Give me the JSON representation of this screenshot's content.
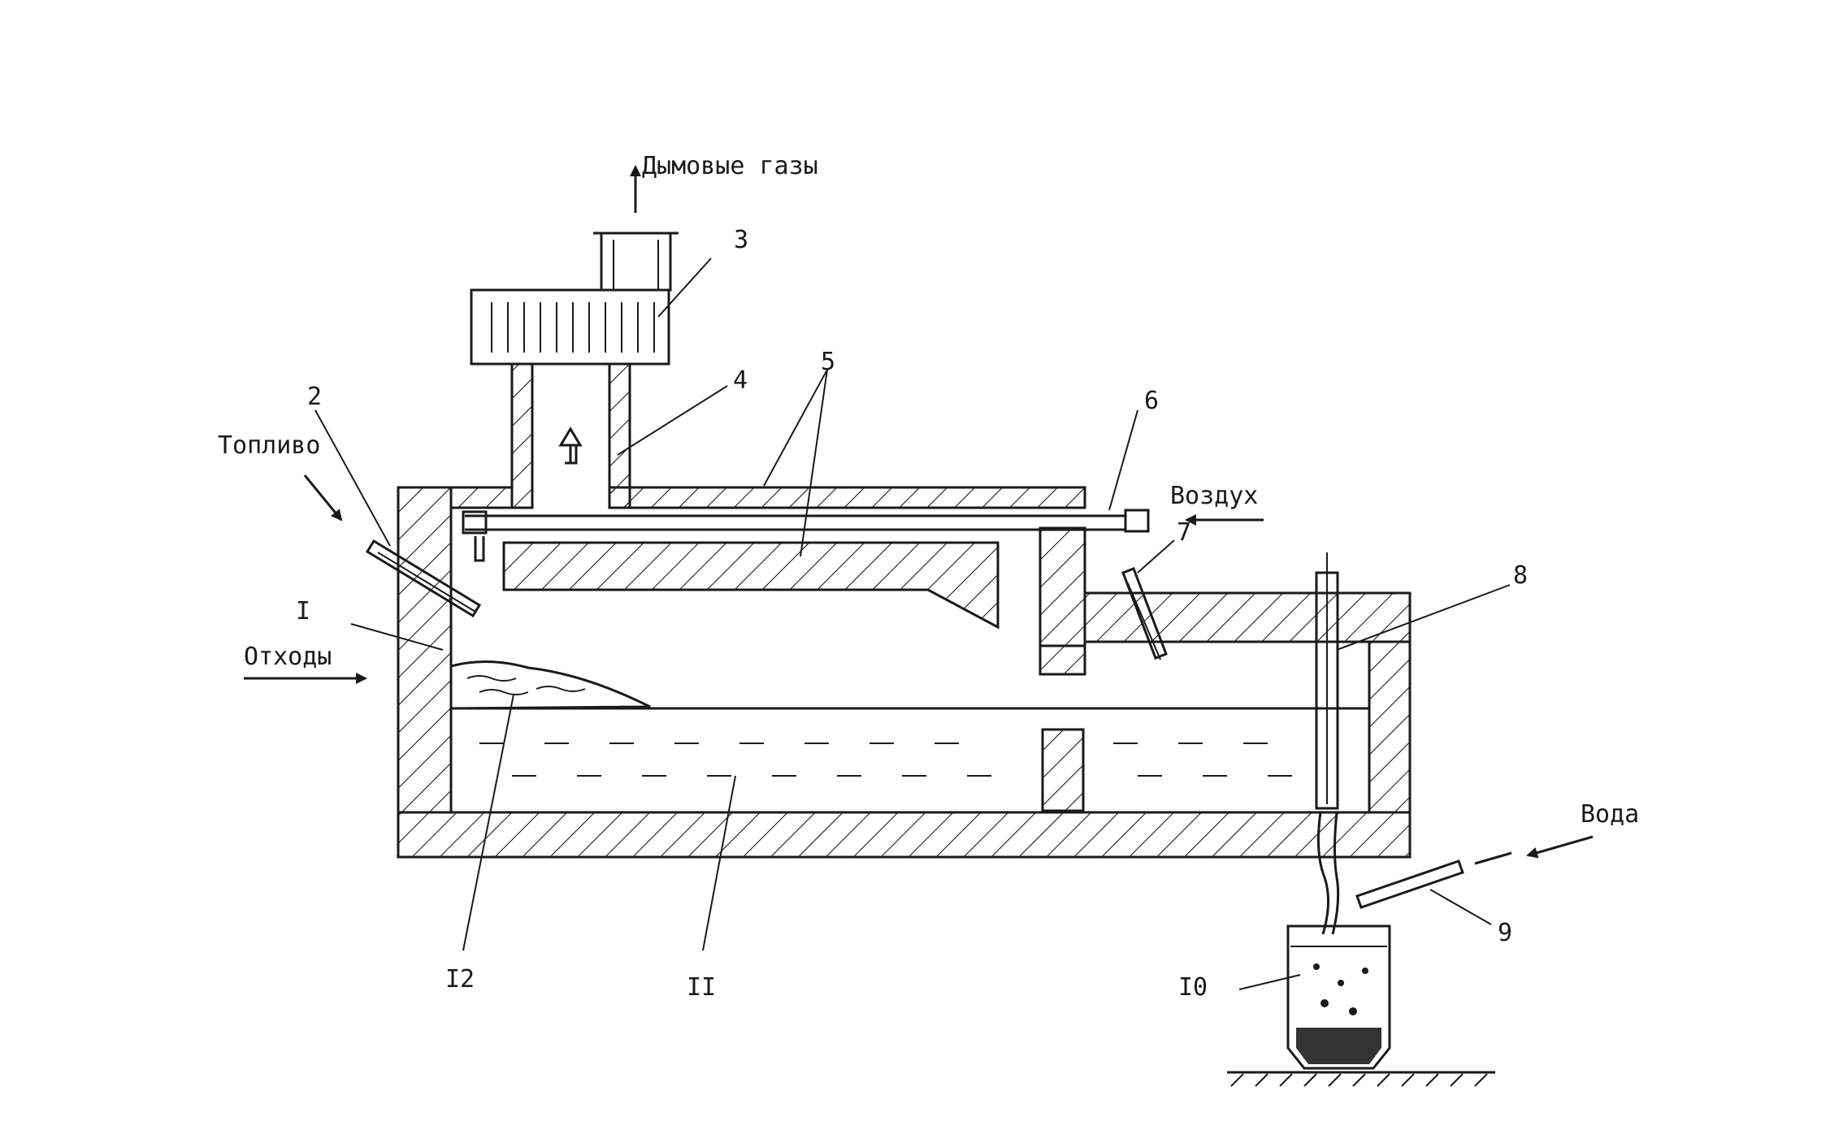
{
  "labels": {
    "flue_gas": "Дымовые газы",
    "fuel": "Топливо",
    "waste": "Отходы",
    "air": "Воздух",
    "water": "Вода"
  },
  "numbers": {
    "n1": "I",
    "n2": "2",
    "n3": "3",
    "n4": "4",
    "n5": "5",
    "n6": "6",
    "n7": "7",
    "n8": "8",
    "n9": "9",
    "n10": "I0",
    "n11": "II",
    "n12": "I2"
  }
}
